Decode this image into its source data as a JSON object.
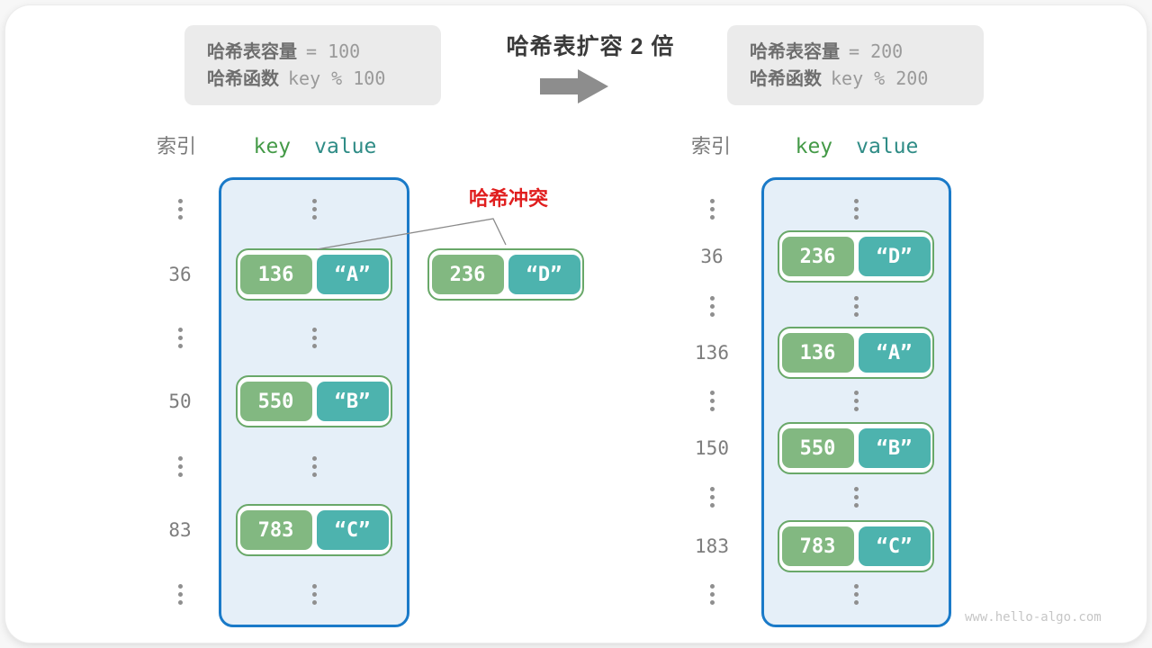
{
  "header": {
    "before_box": {
      "cap_label": "哈希表容量",
      "cap_value": "= 100",
      "fn_label": "哈希函数",
      "fn_value": "key % 100"
    },
    "title": "哈希表扩容 2 倍",
    "after_box": {
      "cap_label": "哈希表容量",
      "cap_value": "= 200",
      "fn_label": "哈希函数",
      "fn_value": "key % 200"
    }
  },
  "collision": {
    "label": "哈希冲突",
    "pair": {
      "key": "236",
      "value": "“D”"
    }
  },
  "left_table": {
    "index_header": "索引",
    "key_header": "key",
    "value_header": "value",
    "indices": [
      "36",
      "50",
      "83"
    ],
    "pairs": [
      {
        "key": "136",
        "value": "“A”"
      },
      {
        "key": "550",
        "value": "“B”"
      },
      {
        "key": "783",
        "value": "“C”"
      }
    ]
  },
  "right_table": {
    "index_header": "索引",
    "key_header": "key",
    "value_header": "value",
    "indices": [
      "36",
      "136",
      "150",
      "183"
    ],
    "pairs": [
      {
        "key": "236",
        "value": "“D”"
      },
      {
        "key": "136",
        "value": "“A”"
      },
      {
        "key": "550",
        "value": "“B”"
      },
      {
        "key": "783",
        "value": "“C”"
      }
    ]
  },
  "watermark": "www.hello-algo.com",
  "colors": {
    "key_box": "#82b881",
    "value_box": "#4db3ae",
    "pair_border": "#69a869",
    "table_border": "#1a7ac8",
    "table_fill": "#e5eff8",
    "collision_red": "#e01e1e",
    "key_header_text": "#449a47",
    "value_header_text": "#2f8c86",
    "info_box_bg": "#ebebeb",
    "arrow_gray": "#8d8d8d"
  }
}
